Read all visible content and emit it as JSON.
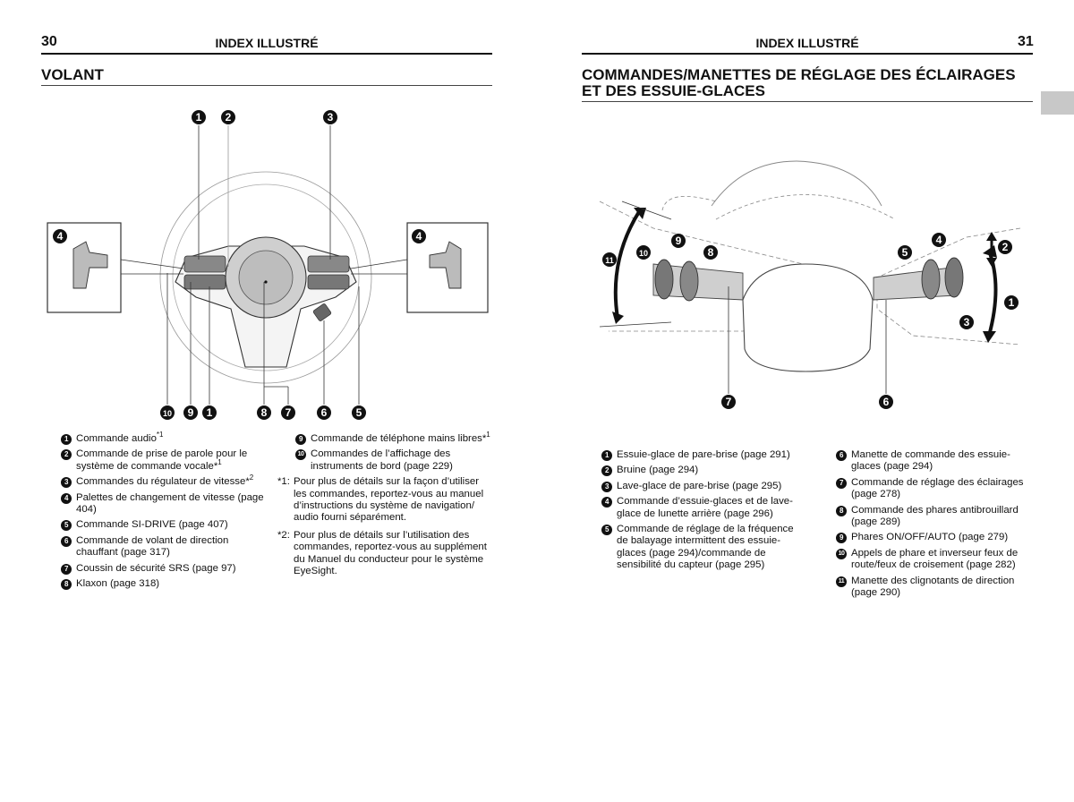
{
  "left_page": {
    "page_number": "30",
    "running_header": "INDEX ILLUSTRÉ",
    "section_title": "VOLANT",
    "callouts": {
      "c1": "1",
      "c2": "2",
      "c3": "3",
      "c4": "4",
      "c5": "5",
      "c6": "6",
      "c7": "7",
      "c8": "8",
      "c9": "9",
      "c10": "10"
    },
    "items": [
      {
        "num": "1",
        "text": "Commande audio",
        "sup": "*1"
      },
      {
        "num": "2",
        "text": "Commande de prise de parole pour le système de commande vocale*",
        "sup": "1"
      },
      {
        "num": "3",
        "text": "Commandes du régulateur de vitesse*",
        "sup": "2"
      },
      {
        "num": "4",
        "text": "Palettes de changement de vitesse (page 404)",
        "sup": ""
      },
      {
        "num": "5",
        "text": "Commande SI-DRIVE (page 407)",
        "sup": ""
      },
      {
        "num": "6",
        "text": "Commande de volant de direction chauffant (page 317)",
        "sup": ""
      },
      {
        "num": "7",
        "text": "Coussin de sécurité SRS (page 97)",
        "sup": ""
      },
      {
        "num": "8",
        "text": "Klaxon (page 318)",
        "sup": ""
      },
      {
        "num": "9",
        "text": "Commande de téléphone mains libres*",
        "sup": "1"
      },
      {
        "num": "10",
        "text": "Commandes de l’affichage des instruments de bord (page 229)",
        "sup": ""
      }
    ],
    "footnotes": [
      {
        "mark": "*1:",
        "text": "Pour plus de détails sur la façon d’utiliser les commandes, reportez-vous au manuel d’instructions du système de navigation/ audio fourni séparément."
      },
      {
        "mark": "*2:",
        "text": "Pour plus de détails sur l’utilisation des commandes, reportez-vous au supplément du Manuel du conducteur pour le système EyeSight."
      }
    ]
  },
  "right_page": {
    "page_number": "31",
    "running_header": "INDEX ILLUSTRÉ",
    "section_title_line1": "COMMANDES/MANETTES DE RÉGLAGE DES ÉCLAIRAGES",
    "section_title_line2": "ET DES ESSUIE-GLACES",
    "callouts": {
      "c1": "1",
      "c2": "2",
      "c3": "3",
      "c4": "4",
      "c5": "5",
      "c6": "6",
      "c7": "7",
      "c8": "8",
      "c9": "9",
      "c10": "10",
      "c11": "11"
    },
    "items": [
      {
        "num": "1",
        "text": "Essuie-glace de pare-brise (page 291)"
      },
      {
        "num": "2",
        "text": "Bruine (page 294)"
      },
      {
        "num": "3",
        "text": "Lave-glace de pare-brise (page 295)"
      },
      {
        "num": "4",
        "text": "Commande d’essuie-glaces et de lave-glace de lunette arrière (page 296)"
      },
      {
        "num": "5",
        "text": "Commande de réglage de la fréquence de balayage intermittent des essuie-glaces (page 294)/commande de sensibilité du capteur (page 295)"
      },
      {
        "num": "6",
        "text": "Manette de commande des essuie-glaces (page 294)"
      },
      {
        "num": "7",
        "text": "Commande de réglage des éclairages (page 278)"
      },
      {
        "num": "8",
        "text": "Commande des phares antibrouillard (page 289)"
      },
      {
        "num": "9",
        "text": "Phares ON/OFF/AUTO (page 279)"
      },
      {
        "num": "10",
        "text": "Appels de phare et inverseur feux de route/feux de croisement (page 282)"
      },
      {
        "num": "11",
        "text": "Manette des clignotants de direction (page 290)"
      }
    ]
  }
}
